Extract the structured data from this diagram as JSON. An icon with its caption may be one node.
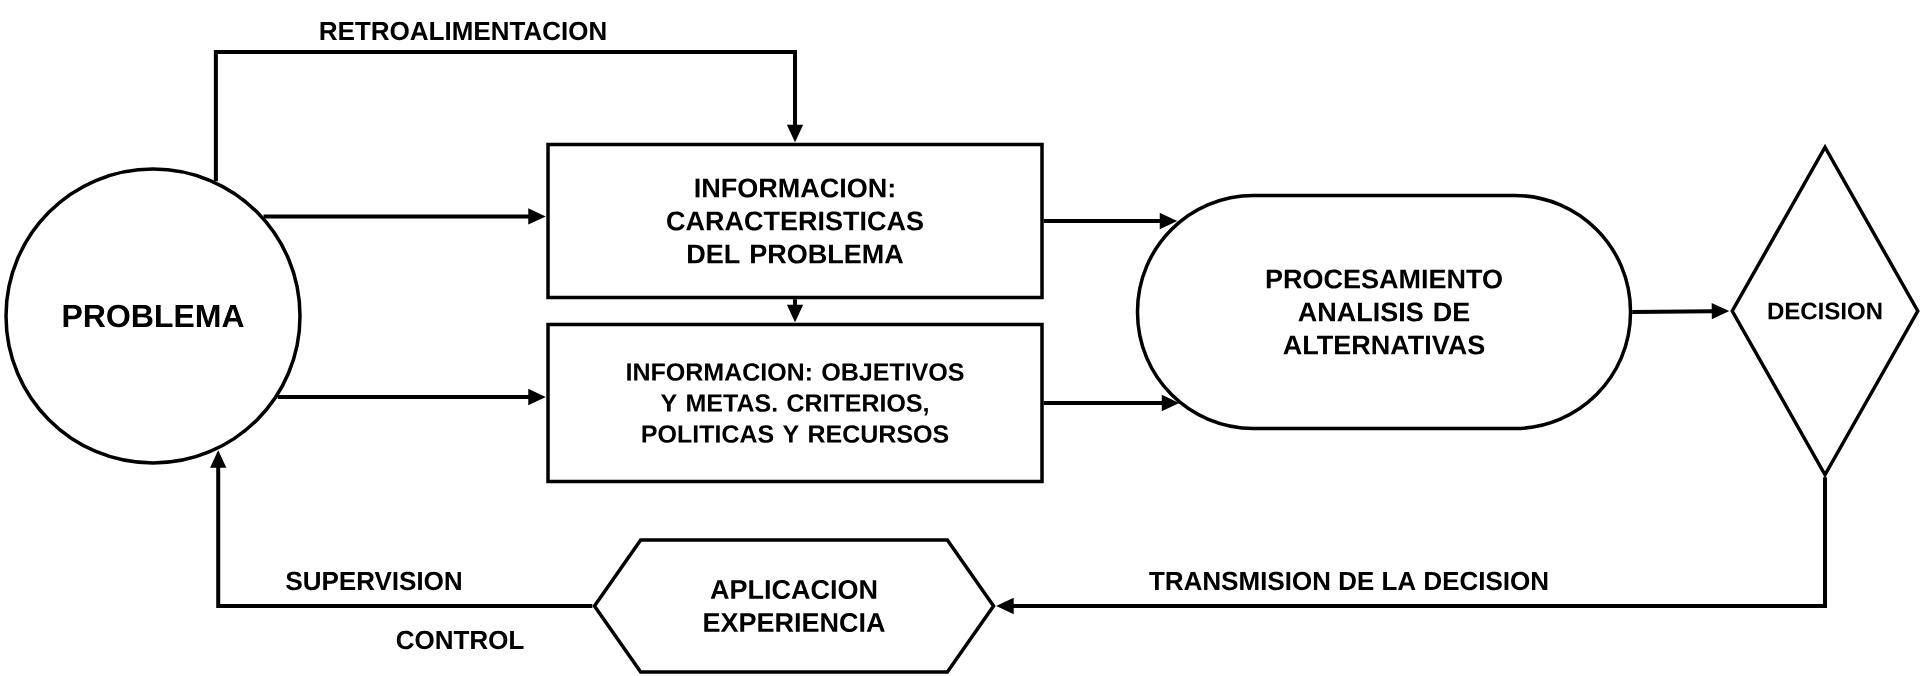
{
  "diagram": {
    "nodes": [
      {
        "text": [
          "PROBLEMA"
        ]
      },
      {
        "text": [
          "INFORMACION: CARACTERISTICAS DEL PROBLEMA"
        ]
      },
      {
        "text": [
          "INFORMACION: OBJETIVOS Y METAS. CRITERIOS, POLITICAS Y RECURSOS"
        ]
      },
      {
        "text": [
          "PROCESAMIENTO ANALISIS DE ALTERNATIVAS"
        ]
      },
      {
        "text": [
          "DECISION"
        ]
      },
      {
        "text": [
          "APLICACION EXPERIENCIA"
        ]
      }
    ],
    "edges": [
      {
        "from": 0,
        "to": 1,
        "arrow": "to"
      },
      {
        "from": 0,
        "to": 2,
        "arrow": "to"
      },
      {
        "from": 1,
        "to": 2,
        "arrow": "to"
      },
      {
        "from": 1,
        "to": 3,
        "arrow": "to"
      },
      {
        "from": 2,
        "to": 3,
        "arrow": "to"
      },
      {
        "from": 3,
        "to": 4,
        "arrow": "to"
      },
      {
        "from": 0,
        "to": 1,
        "arrow": "to",
        "label": "RETROALIMENTACION"
      },
      {
        "from": 4,
        "to": 5,
        "arrow": "to",
        "label": "TRANSMISION DE LA DECISION"
      },
      {
        "from": 5,
        "to": 0,
        "arrow": "to",
        "label": "SUPERVISION"
      }
    ],
    "labels": [
      "CONTROL"
    ]
  }
}
